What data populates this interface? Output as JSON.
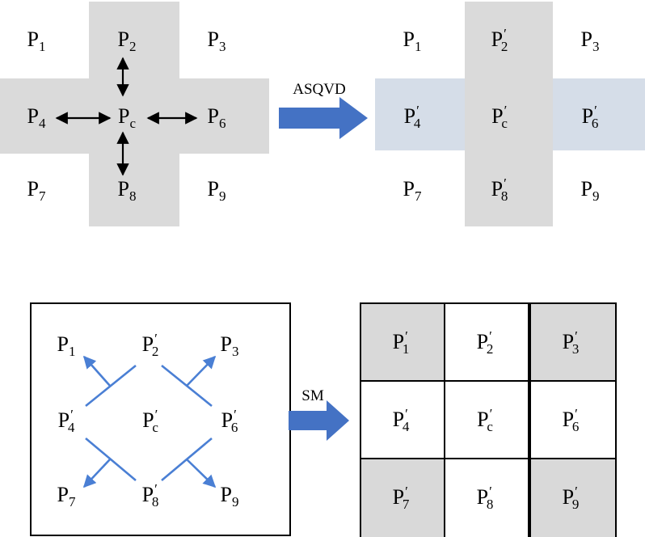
{
  "colors": {
    "cross_gray": "#dadada",
    "cross_blue": "#d5dde8",
    "cell_gray": "#d9d9d9",
    "arrow_blue": "#4472c4",
    "diag_blue": "#4a7fd4",
    "border": "#000000"
  },
  "letter": "P",
  "prime": "′",
  "panel1": {
    "cells": [
      {
        "sub": "1"
      },
      {
        "sub": "2"
      },
      {
        "sub": "3"
      },
      {
        "sub": "4"
      },
      {
        "sub": "c"
      },
      {
        "sub": "6"
      },
      {
        "sub": "7"
      },
      {
        "sub": "8"
      },
      {
        "sub": "9"
      }
    ]
  },
  "arrow1": {
    "label": "ASQVD"
  },
  "panel2": {
    "cells": [
      {
        "sub": "1",
        "primed": false
      },
      {
        "sub": "2",
        "primed": true
      },
      {
        "sub": "3",
        "primed": false
      },
      {
        "sub": "4",
        "primed": true
      },
      {
        "sub": "c",
        "primed": true
      },
      {
        "sub": "6",
        "primed": true
      },
      {
        "sub": "7",
        "primed": false
      },
      {
        "sub": "8",
        "primed": true
      },
      {
        "sub": "9",
        "primed": false
      }
    ]
  },
  "panel3": {
    "cells": [
      {
        "sub": "1",
        "primed": false
      },
      {
        "sub": "2",
        "primed": true
      },
      {
        "sub": "3",
        "primed": false
      },
      {
        "sub": "4",
        "primed": true
      },
      {
        "sub": "c",
        "primed": true
      },
      {
        "sub": "6",
        "primed": true
      },
      {
        "sub": "7",
        "primed": false
      },
      {
        "sub": "8",
        "primed": true
      },
      {
        "sub": "9",
        "primed": false
      }
    ]
  },
  "arrow2": {
    "label": "SM"
  },
  "panel4": {
    "cells": [
      {
        "sub": "1",
        "primed": true,
        "shaded": true
      },
      {
        "sub": "2",
        "primed": true,
        "shaded": false
      },
      {
        "sub": "3",
        "primed": true,
        "shaded": true
      },
      {
        "sub": "4",
        "primed": true,
        "shaded": false
      },
      {
        "sub": "c",
        "primed": true,
        "shaded": false
      },
      {
        "sub": "6",
        "primed": true,
        "shaded": false
      },
      {
        "sub": "7",
        "primed": true,
        "shaded": true
      },
      {
        "sub": "8",
        "primed": true,
        "shaded": false
      },
      {
        "sub": "9",
        "primed": true,
        "shaded": true
      }
    ]
  }
}
